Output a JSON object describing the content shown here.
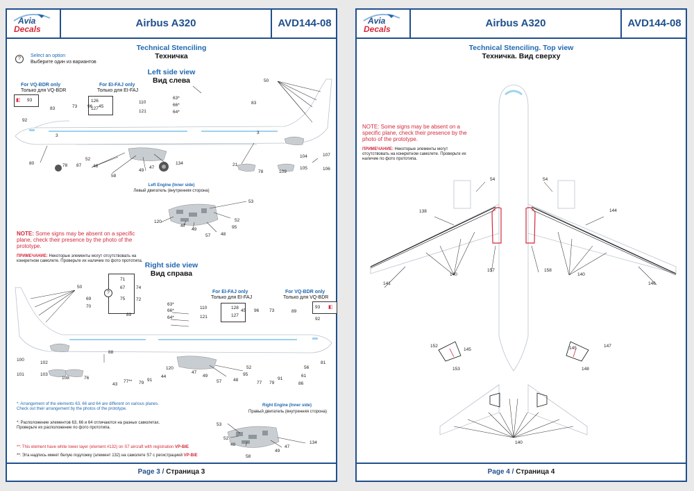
{
  "brand": {
    "logo_top": "Avia",
    "logo_bottom": "Decals"
  },
  "left": {
    "title": "Airbus A320",
    "code": "AVD144-08",
    "heading_en": "Technical Stenciling",
    "heading_ru": "Техничка",
    "option_en": "Select an option",
    "option_ru": "Выберите один из вариантов",
    "option_symbol": "?",
    "left_view_en": "Left side view",
    "left_view_ru": "Вид слева",
    "vqbdr_en": "For VQ-BDR only",
    "vqbdr_ru": "Только для VQ-BDR",
    "eifaj_en": "For EI-FAJ only",
    "eifaj_ru": "Только для EI-FAJ",
    "engine_left_en": "Left Engine (Inner side)",
    "engine_left_ru": "Левый двигатель (внутренняя сторона)",
    "note_label": "NOTE:",
    "note_text": "Some signs may be absent on a specific plane, check their presence by the photo of the prototype.",
    "note_ru_label": "ПРИМЕЧАНИЕ:",
    "note_ru_text": "Некоторые элементы могут отсутствовать на конкретном самолете. Проверьте их наличие по фото прототипа.",
    "right_view_en": "Right side view",
    "right_view_ru": "Вид справа",
    "engine_right_en": "Right Engine (Inner side)",
    "engine_right_ru": "Правый двигатель (внутренняя сторона)",
    "fn1_en": "*: Arrangement of the elements 63, 66 and 64 are different on various planes. Check out their arrangement by the photos of the prototype.",
    "fn1_ru": "*: Расположение элементов 63, 66 и 64 отличаются на разных самолетах. Проверьте их расположение по фото прототипа.",
    "fn2_en_a": "**: This element have white lower layer (element #132) on S7 aircraft with registration ",
    "fn2_en_reg": "VP-BIE",
    "fn2_ru_a": "**: Эта надпись имеет белую подложку (элемент 132) на самолете S7 с регистрацией ",
    "fn2_ru_reg": "VP-BIE",
    "footer_en": "Page 3",
    "footer_ru": "Страница 3",
    "labels": {
      "l93": "93",
      "l92": "92",
      "l83": "83",
      "l3": "3",
      "l73": "73",
      "l96": "96",
      "l45": "45",
      "l126": "126",
      "l127": "127",
      "l110": "110",
      "l121": "121",
      "l63": "63*",
      "l66": "66*",
      "l64": "64*",
      "l50": "50",
      "l83b": "83",
      "l3b": "3",
      "l80": "80",
      "l78": "78",
      "l87": "87",
      "l52": "52",
      "l48": "48",
      "l58": "58",
      "l49": "49",
      "l47": "47",
      "l134": "134",
      "l21": "21",
      "l78b": "78",
      "l109": "109",
      "l104": "104",
      "l107": "107",
      "l105": "105",
      "l106": "106",
      "l53": "53",
      "l120": "120",
      "l47b": "47",
      "l49b": "49",
      "l57": "57",
      "l48b": "48",
      "l52b": "52",
      "l95": "95",
      "l71": "71",
      "l67": "67",
      "l74": "74",
      "l75": "75",
      "l72": "72",
      "l50b": "50",
      "l69": "69",
      "l70": "70",
      "l89": "89",
      "l63b": "63*",
      "l66b": "66*",
      "l64b": "64*",
      "l110b": "110",
      "l121b": "121",
      "l128": "128",
      "l127b": "127",
      "l45b": "45",
      "l96b": "96",
      "l73b": "73",
      "l93b": "93",
      "l89b": "89",
      "l92b": "92",
      "l81": "81",
      "l100": "100",
      "l102": "102",
      "l101": "101",
      "l103": "103",
      "l108": "108",
      "l76": "76",
      "l88": "88",
      "l43": "43",
      "l77s": "77**",
      "l79": "79",
      "l91": "91",
      "l44": "44",
      "l120b": "120",
      "l47c": "47",
      "l49c": "49",
      "l57b": "57",
      "l48c": "48",
      "l52c": "52",
      "l95b": "95",
      "l77": "77",
      "l79b": "79",
      "l91b": "91",
      "l56": "56",
      "l61": "61",
      "l86": "86",
      "l53b": "53",
      "l52d": "52",
      "l48d": "48",
      "l58b": "58",
      "l49d": "49",
      "l47d": "47",
      "l134b": "134"
    }
  },
  "right": {
    "title": "Airbus A320",
    "code": "AVD144-08",
    "heading_en": "Technical Stenciling. Top view",
    "heading_ru": "Техничка. Вид сверху",
    "note_text": "NOTE: Some signs may be absent on a specific plane, check their presence by the photo of the prototype.",
    "note_ru_label": "ПРИМЕЧАНИЕ:",
    "note_ru_text": "Некоторые элементы могут отсутствовать на конкретном самолете. Проверьте их наличие по фото прототипа.",
    "footer_en": "Page 4",
    "footer_ru": "Страница 4",
    "labels": {
      "l54": "54",
      "l54b": "54",
      "l138": "138",
      "l144": "144",
      "l157": "157",
      "l158": "158",
      "l140": "140",
      "l140b": "140",
      "l141": "141",
      "l146": "146",
      "l152": "152",
      "l145": "145",
      "l153": "153",
      "l145b": "145",
      "l147": "147",
      "l148": "148",
      "l140c": "140"
    }
  },
  "colors": {
    "brand_blue": "#1f4f8c",
    "accent_red": "#d3283a",
    "sky_blue": "#1f67b0"
  }
}
